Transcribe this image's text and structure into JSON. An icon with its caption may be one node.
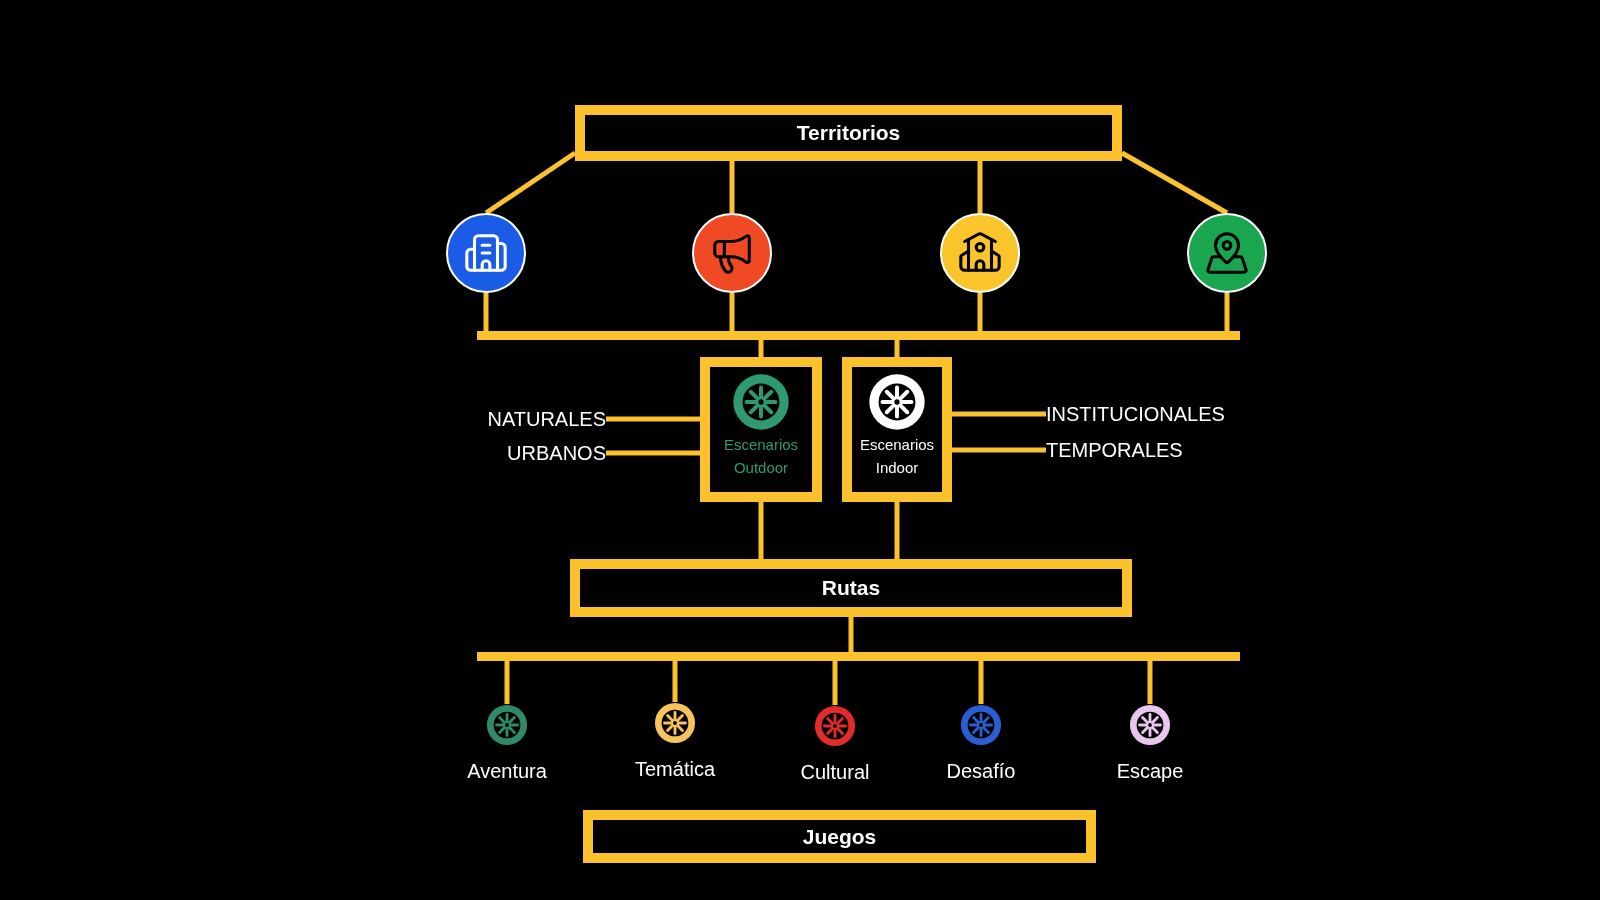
{
  "diagram": {
    "nodes": [
      {
        "text": [
          "Territorios"
        ]
      },
      {
        "text": [],
        "shape": "picture"
      },
      {
        "text": [],
        "shape": "picture"
      },
      {
        "text": [],
        "shape": "picture"
      },
      {
        "text": [],
        "shape": "picture"
      },
      {
        "text": [],
        "shape": "bar"
      },
      {
        "text": [
          "Escenarios Outdoor"
        ]
      },
      {
        "text": [
          "Escenarios Indoor"
        ]
      },
      {
        "text": [
          "NATURALES"
        ]
      },
      {
        "text": [
          "URBANOS"
        ]
      },
      {
        "text": [
          "INSTITUCIONALES"
        ]
      },
      {
        "text": [
          "TEMPORALES"
        ]
      },
      {
        "text": [
          "Rutas"
        ]
      },
      {
        "text": [],
        "shape": "bar"
      },
      {
        "text": [
          "Aventura"
        ]
      },
      {
        "text": [
          "Temática"
        ]
      },
      {
        "text": [
          "Cultural"
        ]
      },
      {
        "text": [
          "Desafío"
        ]
      },
      {
        "text": [
          "Escape"
        ]
      },
      {
        "text": [
          "Juegos"
        ]
      }
    ],
    "edges": [
      {
        "from": 0,
        "to": 1,
        "arrow": "none"
      },
      {
        "from": 0,
        "to": 2,
        "arrow": "none"
      },
      {
        "from": 0,
        "to": 3,
        "arrow": "none"
      },
      {
        "from": 0,
        "to": 4,
        "arrow": "none"
      },
      {
        "from": 1,
        "to": 5,
        "arrow": "none"
      },
      {
        "from": 2,
        "to": 5,
        "arrow": "none"
      },
      {
        "from": 3,
        "to": 5,
        "arrow": "none"
      },
      {
        "from": 4,
        "to": 5,
        "arrow": "none"
      },
      {
        "from": 5,
        "to": 6,
        "arrow": "none"
      },
      {
        "from": 5,
        "to": 7,
        "arrow": "none"
      },
      {
        "from": 8,
        "to": 6,
        "arrow": "none"
      },
      {
        "from": 9,
        "to": 6,
        "arrow": "none"
      },
      {
        "from": 7,
        "to": 10,
        "arrow": "none"
      },
      {
        "from": 7,
        "to": 11,
        "arrow": "none"
      },
      {
        "from": 6,
        "to": 12,
        "arrow": "none"
      },
      {
        "from": 7,
        "to": 12,
        "arrow": "none"
      },
      {
        "from": 12,
        "to": 13,
        "arrow": "none"
      },
      {
        "from": 13,
        "to": 14,
        "arrow": "none"
      },
      {
        "from": 13,
        "to": 15,
        "arrow": "none"
      },
      {
        "from": 13,
        "to": 16,
        "arrow": "none"
      },
      {
        "from": 13,
        "to": 17,
        "arrow": "none"
      },
      {
        "from": 13,
        "to": 18,
        "arrow": "none"
      }
    ]
  }
}
